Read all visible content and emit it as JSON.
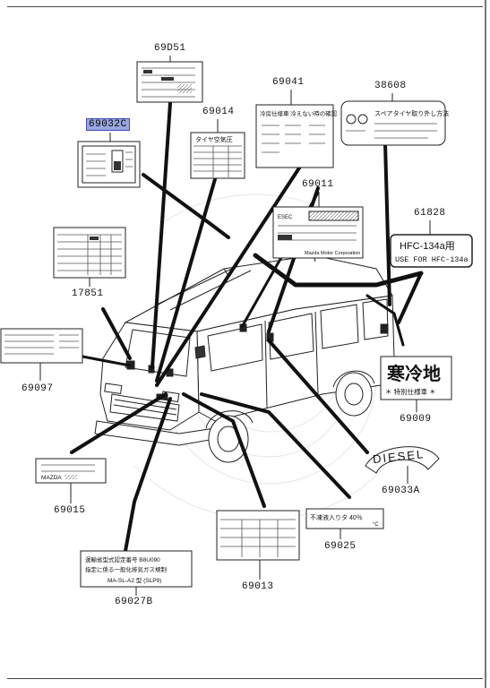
{
  "parts": {
    "p69d51": "69D51",
    "p69032c": "69032C",
    "p69014": "69014",
    "p69041": "69041",
    "p38608": "38608",
    "p69011": "69011",
    "p61828": "61828",
    "p17851": "17851",
    "p69097": "69097",
    "p69009": "69009",
    "p69033a": "69033A",
    "p69015": "69015",
    "p69025": "69025",
    "p69013": "69013",
    "p69027b": "69027B"
  },
  "labels": {
    "hfc_line1": "HFC-134a用",
    "hfc_line2": "USE FOR HFC-134a",
    "kanreichi": "寒冷地",
    "tokubetsu": "＊ 特別仕様車 ＊",
    "diesel": "DIESEL",
    "mazda": "MAZDA",
    "label_69025": "不凍液入りタ 40％",
    "label_69025_unit": "°C",
    "label_69027b_line1": "運輸省型式認定番号 B8U090",
    "label_69027b_line2": "指定に係る一般化排気ガス規制",
    "label_69027b_line3": "MA-SL-A2 型 (SLP9)",
    "label_69041_head": "冷房仕様車 冷えない時の確認",
    "label_69011_head": "ESEC",
    "label_69011_foot": "Mazda Motor Corporation",
    "label_38608_head": "スペアタイヤ取り外し方法",
    "label_69014_head": "タイヤ空気圧"
  },
  "icons": [
    "van-illustration",
    "leader-lines"
  ]
}
